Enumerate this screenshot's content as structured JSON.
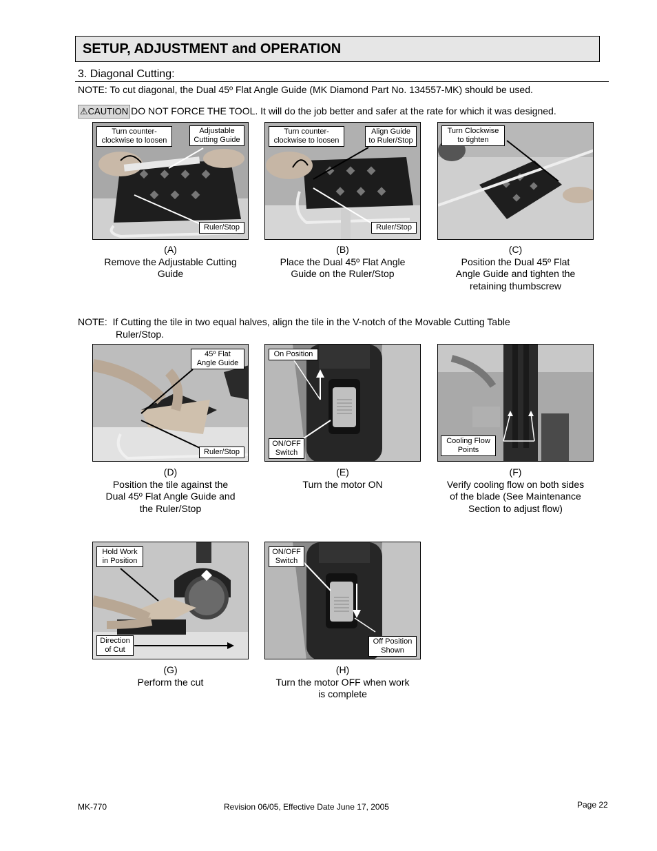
{
  "header": {
    "title": "SETUP, ADJUSTMENT and OPERATION"
  },
  "section": {
    "title": "3.  Diagonal Cutting:"
  },
  "note1": "NOTE:  To cut diagonal, the Dual 45º Flat Angle Guide (MK Diamond Part No. 134557-MK) should be used.",
  "caution": {
    "label": "CAUTION",
    "text": "DO NOT FORCE THE TOOL.  It will do the job better and safer at the rate for which it was designed."
  },
  "note2": {
    "prefix": "NOTE:",
    "line1": "If Cutting the tile in two equal halves, align the tile in the V-notch of the Movable Cutting Table",
    "line2": "Ruler/Stop."
  },
  "figures": [
    {
      "letter": "(A)",
      "caption": [
        "Remove the Adjustable Cutting",
        "Guide"
      ],
      "callouts": [
        "Turn counter-\nclockwise to loosen",
        "Adjustable\nCutting Guide",
        "Ruler/Stop"
      ]
    },
    {
      "letter": "(B)",
      "caption": [
        "Place the Dual 45º Flat Angle",
        "Guide on the Ruler/Stop"
      ],
      "callouts": [
        "Turn counter-\nclockwise to loosen",
        "Align Guide\nto Ruler/Stop",
        "Ruler/Stop"
      ]
    },
    {
      "letter": "(C)",
      "caption": [
        "Position the Dual 45º Flat",
        "Angle Guide and tighten the",
        "retaining thumbscrew"
      ],
      "callouts": [
        "Turn Clockwise\nto tighten"
      ]
    },
    {
      "letter": "(D)",
      "caption": [
        "Position the tile against the",
        "Dual 45º Flat Angle Guide and",
        "the Ruler/Stop"
      ],
      "callouts": [
        "45º Flat\nAngle Guide",
        "Ruler/Stop"
      ]
    },
    {
      "letter": "(E)",
      "caption": [
        "Turn the motor ON"
      ],
      "callouts": [
        "On Position",
        "ON/OFF\nSwitch"
      ]
    },
    {
      "letter": "(F)",
      "caption": [
        "Verify cooling flow on both sides",
        "of the blade (See Maintenance",
        "Section to adjust flow)"
      ],
      "callouts": [
        "Cooling Flow\nPoints"
      ]
    },
    {
      "letter": "(G)",
      "caption": [
        "Perform the cut"
      ],
      "callouts": [
        "Hold Work\nin Position",
        "Direction\nof Cut"
      ]
    },
    {
      "letter": "(H)",
      "caption": [
        "Turn the motor OFF when work",
        "is complete"
      ],
      "callouts": [
        "ON/OFF\nSwitch",
        "Off Position\nShown"
      ]
    }
  ],
  "footer": {
    "model": "MK-770",
    "revision": "Revision 06/05, Effective Date June 17, 2005",
    "page": "Page 22"
  }
}
